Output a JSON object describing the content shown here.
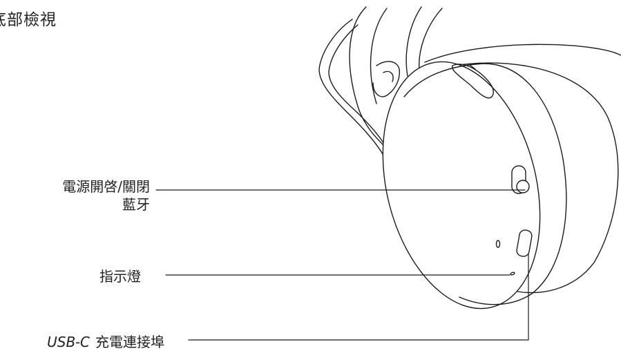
{
  "title": "底部檢視",
  "labels": {
    "power_line1": "電源開啓/關閉",
    "power_line2": "藍牙",
    "led": "指示燈",
    "usb_prefix": "USB-C",
    "usb_suffix": "充電連接埠"
  }
}
